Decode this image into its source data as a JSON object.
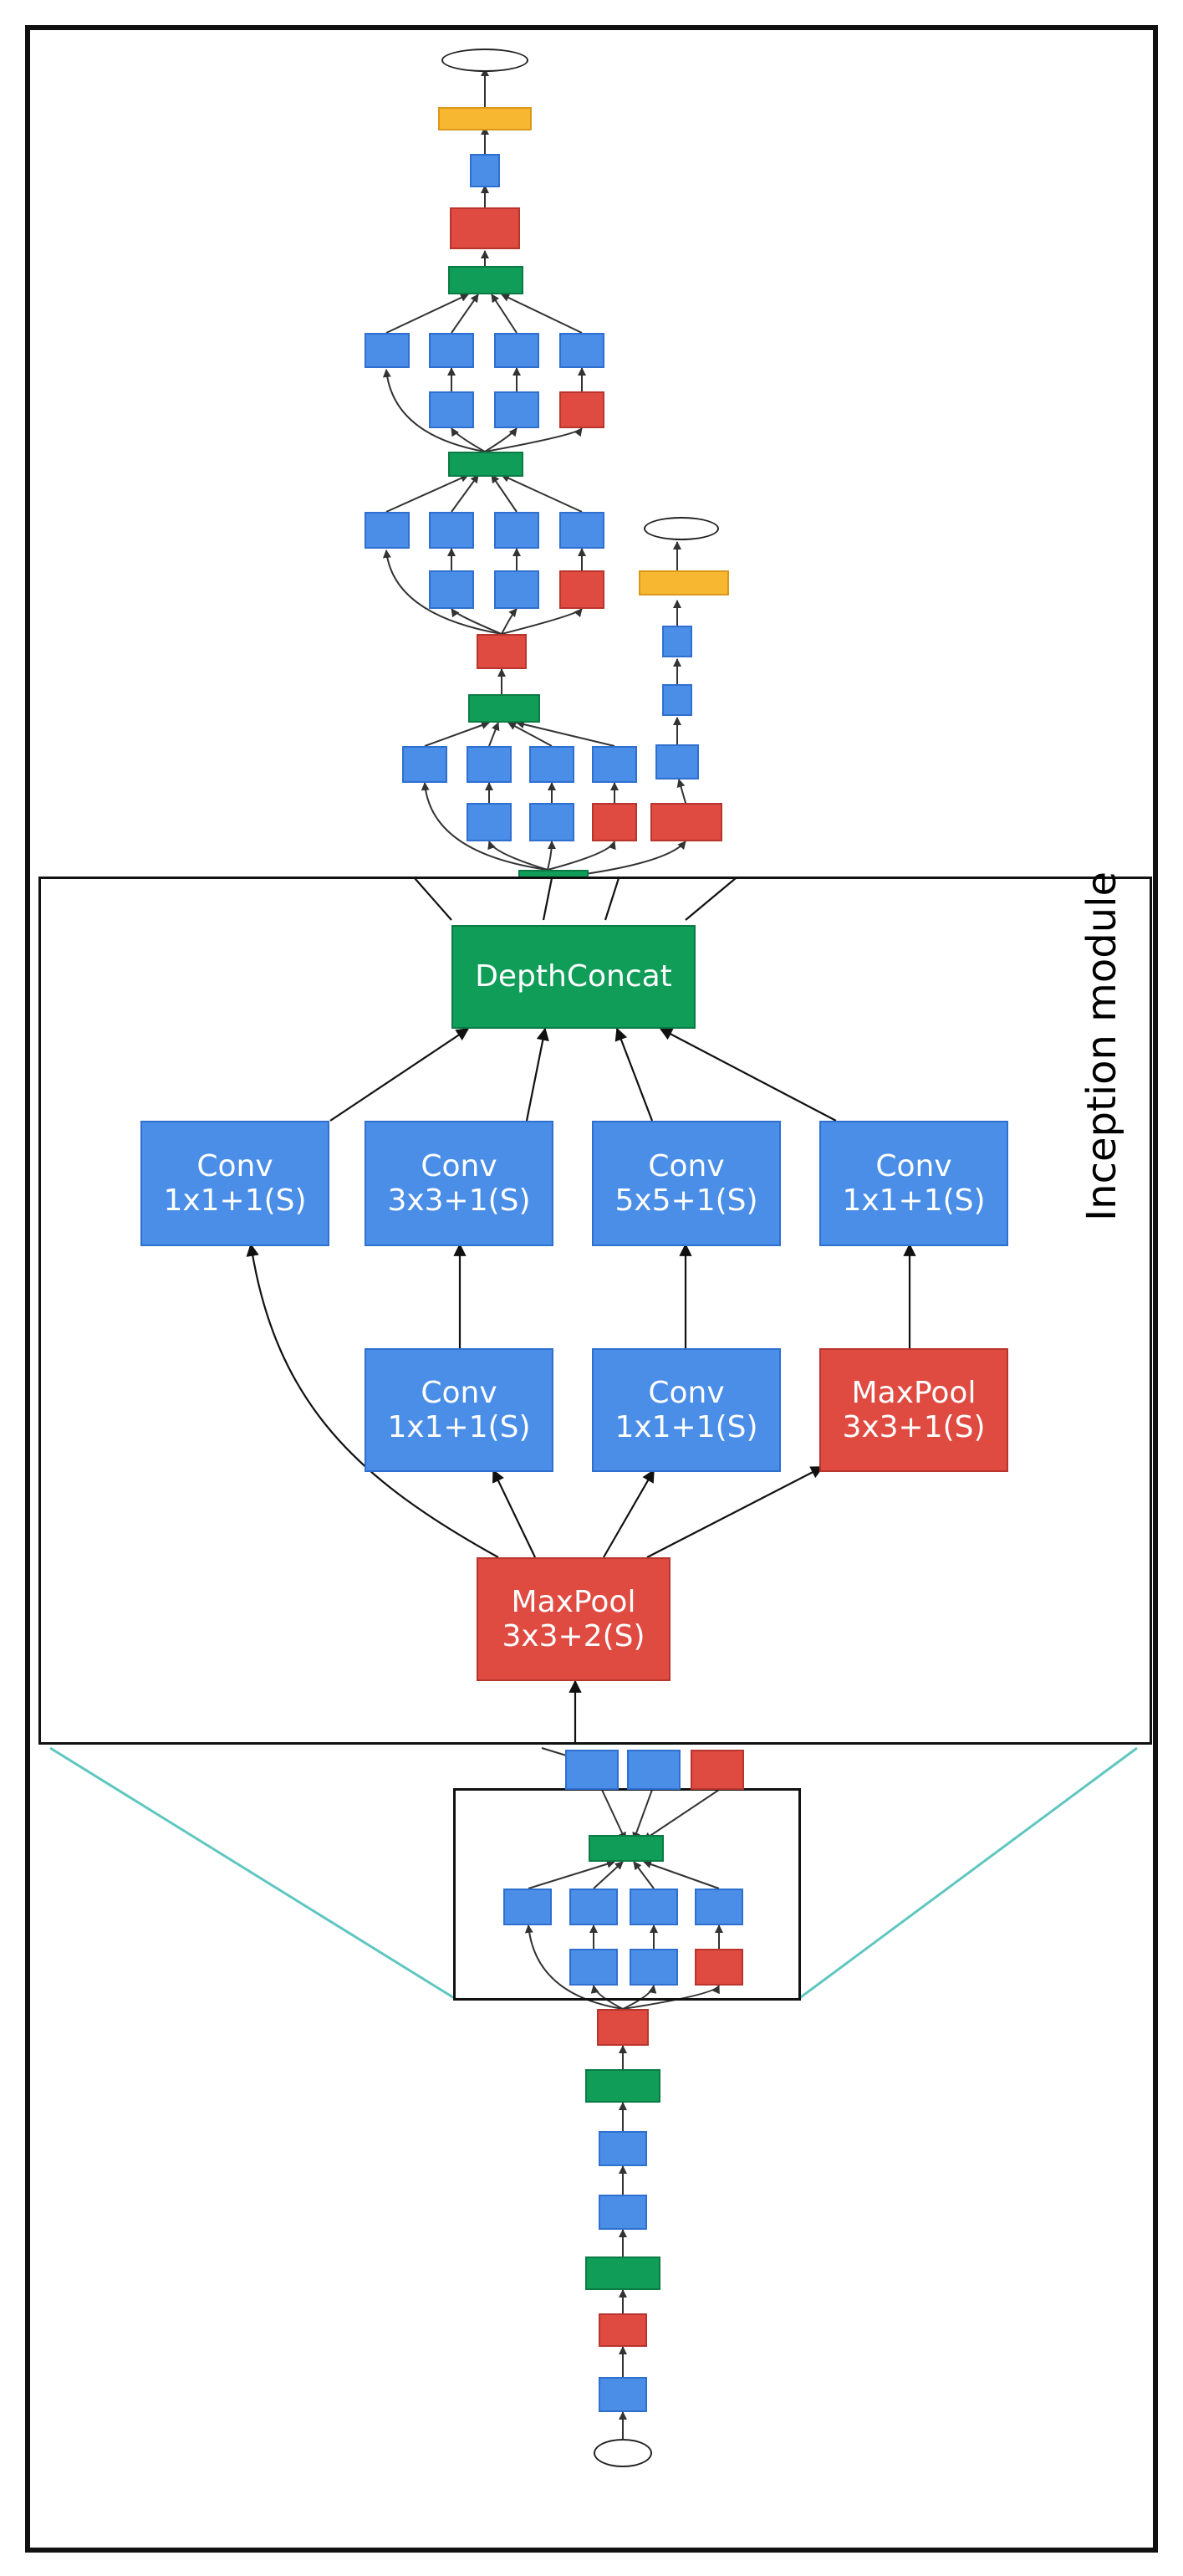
{
  "module": {
    "title": "Inception module",
    "depthconcat": "DepthConcat",
    "branches": [
      {
        "name": "Conv",
        "spec": "1x1+1(S)"
      },
      {
        "name": "Conv",
        "spec": "3x3+1(S)"
      },
      {
        "name": "Conv",
        "spec": "5x5+1(S)"
      },
      {
        "name": "Conv",
        "spec": "1x1+1(S)"
      }
    ],
    "reducers": [
      {
        "name": "Conv",
        "spec": "1x1+1(S)"
      },
      {
        "name": "Conv",
        "spec": "1x1+1(S)"
      },
      {
        "name": "MaxPool",
        "spec": "3x3+1(S)"
      }
    ],
    "input_pool": {
      "name": "MaxPool",
      "spec": "3x3+2(S)"
    }
  },
  "colors": {
    "conv": "#4a8ee8",
    "pool": "#df4a41",
    "concat": "#0f9d58",
    "softmax": "#f7b731",
    "zoom_lines": "#5fc7c0"
  }
}
